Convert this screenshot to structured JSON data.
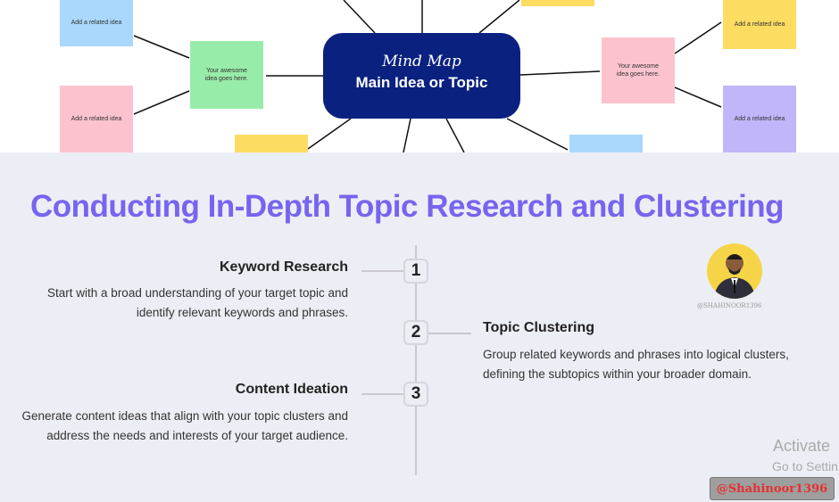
{
  "mindmap": {
    "script_title": "Mind Map",
    "main_topic": "Main Idea or Topic",
    "idea": "Your awesome idea goes here.",
    "related": "Add a related idea"
  },
  "title": "Conducting In-Depth Topic Research and Clustering",
  "steps": [
    {
      "num": "1",
      "heading": "Keyword Research",
      "text": "Start with a broad understanding of your target topic and identify relevant keywords and phrases."
    },
    {
      "num": "2",
      "heading": "Topic Clustering",
      "text": "Group related keywords and phrases into logical clusters, defining the subtopics within your broader domain."
    },
    {
      "num": "3",
      "heading": "Content Ideation",
      "text": "Generate content ideas that align with your topic clusters and address the needs and interests of your target audience."
    }
  ],
  "avatar_handle": "@SHAHINOOR1396",
  "activate": {
    "line1": "Activate",
    "line2": "Go to Settin"
  },
  "watermark": "@Shahinoor1396"
}
